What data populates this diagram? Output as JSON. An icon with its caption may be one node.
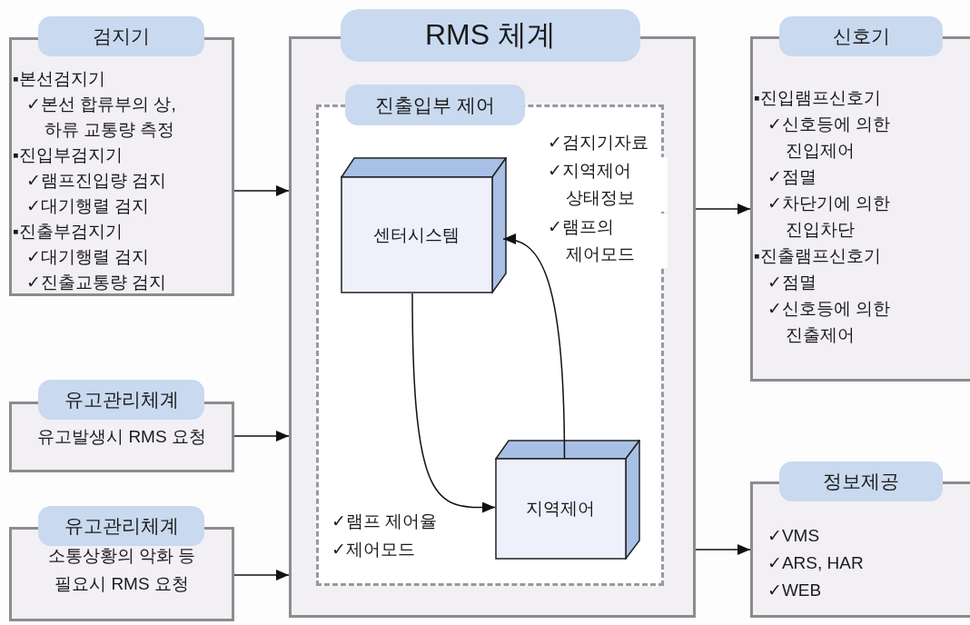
{
  "diagram": {
    "nodes": [
      {
        "text": [
          "검지기",
          "▪본선검지기",
          "✓본선 합류부의 상, 하류 교통량 측정",
          "▪진입부검지기",
          "✓램프진입량 검지",
          "✓대기행렬 검지",
          "▪진출부검지기",
          "✓대기행렬 검지",
          "✓진출교통량 검지"
        ]
      },
      {
        "text": [
          "RMS 체계"
        ]
      },
      {
        "text": [
          "진출입부 제어"
        ],
        "in": 1
      },
      {
        "text": [
          "센터시스템"
        ],
        "in": 2
      },
      {
        "text": [
          "지역제어"
        ],
        "in": 2
      },
      {
        "text": [
          "신호기",
          "▪진입램프신호기",
          "✓신호등에 의한 진입제어",
          "✓점멸",
          "✓차단기에 의한 진입차단",
          "▪진출램프신호기",
          "✓점멸",
          "✓신호등에 의한 진출제어"
        ]
      },
      {
        "text": [
          "유고관리체계",
          "유고발생시 RMS 요청"
        ]
      },
      {
        "text": [
          "유고관리체계",
          "소통상황의 악화 등 필요시 RMS 요청"
        ]
      },
      {
        "text": [
          "정보제공",
          "✓VMS",
          "✓ARS, HAR",
          "✓WEB"
        ]
      }
    ],
    "edges": [
      {
        "from": 0,
        "to": 1,
        "arrow": "to"
      },
      {
        "from": 6,
        "to": 1,
        "arrow": "to"
      },
      {
        "from": 7,
        "to": 1,
        "arrow": "to"
      },
      {
        "from": 1,
        "to": 5,
        "arrow": "to"
      },
      {
        "from": 1,
        "to": 8,
        "arrow": "to"
      },
      {
        "from": 3,
        "to": 4,
        "arrow": "to"
      },
      {
        "from": 4,
        "to": 3,
        "arrow": "to"
      }
    ],
    "labels": [
      "✓검지기자료",
      "✓지역제어 상태정보",
      "✓램프의 제어모드",
      "✓램프 제어율",
      "✓제어모드"
    ]
  }
}
